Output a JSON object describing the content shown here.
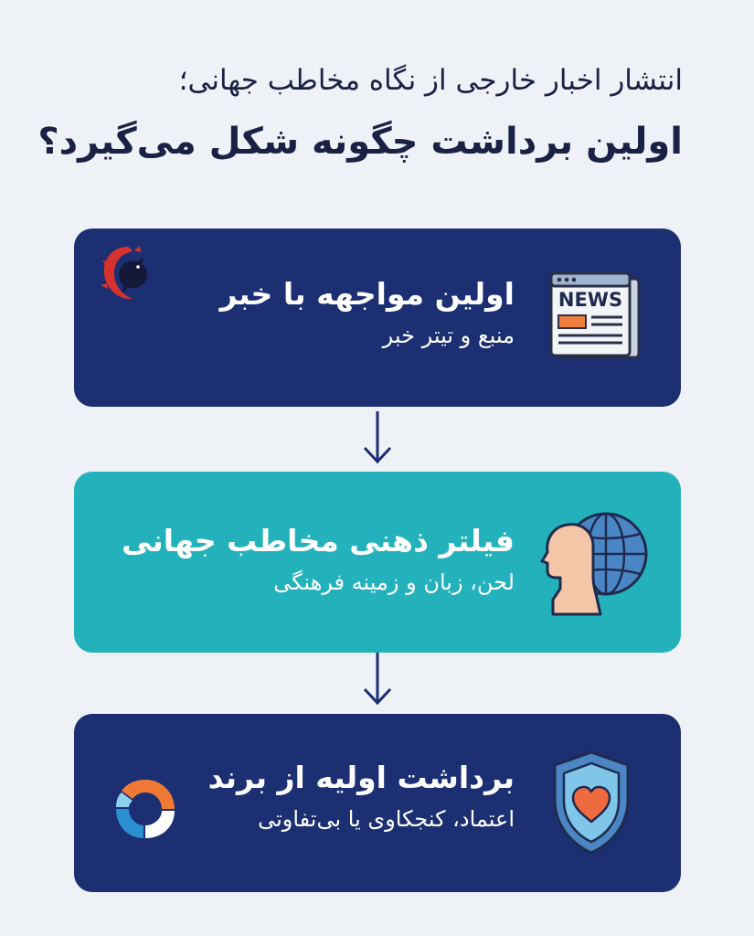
{
  "title": {
    "line1": "انتشار اخبار خارجی از نگاه مخاطب جهانی؛",
    "line2": "اولین برداشت چگونه شکل می‌گیرد؟"
  },
  "steps": [
    {
      "title": "اولین مواجهه با خبر",
      "subtitle": "منبع و تیتر خبر",
      "icon": "newspaper-icon",
      "color": "#1b2f72"
    },
    {
      "title": "فیلتر ذهنی مخاطب جهانی",
      "subtitle": "لحن، زبان و زمینه فرهنگی",
      "icon": "head-globe-icon",
      "color": "#23b2bb"
    },
    {
      "title": "برداشت اولیه از برند",
      "subtitle": "اعتماد، کنجکاوی یا بی‌تفاوتی",
      "icon": "heart-shield-icon",
      "color": "#1b2f72"
    }
  ],
  "news_icon_text": "NEWS"
}
